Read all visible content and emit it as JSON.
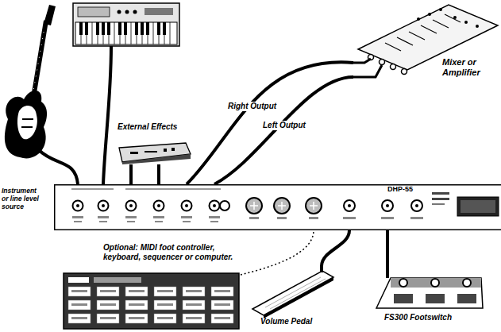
{
  "diagram": {
    "nodes": [
      {
        "text": [
          "Mixer or Amplifier"
        ]
      },
      {
        "text": [
          "External Effects"
        ]
      },
      {
        "text": [
          "DHP-55"
        ]
      },
      {
        "text": [
          "Optional: MIDI foot controller, keyboard, sequencer or computer."
        ]
      },
      {
        "text": [
          "Volume Pedal"
        ]
      },
      {
        "text": [
          "FS300 Footswitch"
        ]
      }
    ],
    "edges": [
      {
        "from": 1,
        "to": 2,
        "arrow": "none"
      },
      {
        "from": 1,
        "to": 2,
        "arrow": "none"
      },
      {
        "from": 2,
        "to": 0,
        "label": "Right Output",
        "arrow": "none"
      },
      {
        "from": 2,
        "to": 0,
        "label": "Left Output",
        "arrow": "none"
      },
      {
        "from": 3,
        "to": 2,
        "arrow": "none"
      },
      {
        "from": 4,
        "to": 2,
        "arrow": "none"
      },
      {
        "from": 5,
        "to": 2,
        "arrow": "none"
      }
    ],
    "labels": [
      "Instrument or line level source"
    ]
  }
}
